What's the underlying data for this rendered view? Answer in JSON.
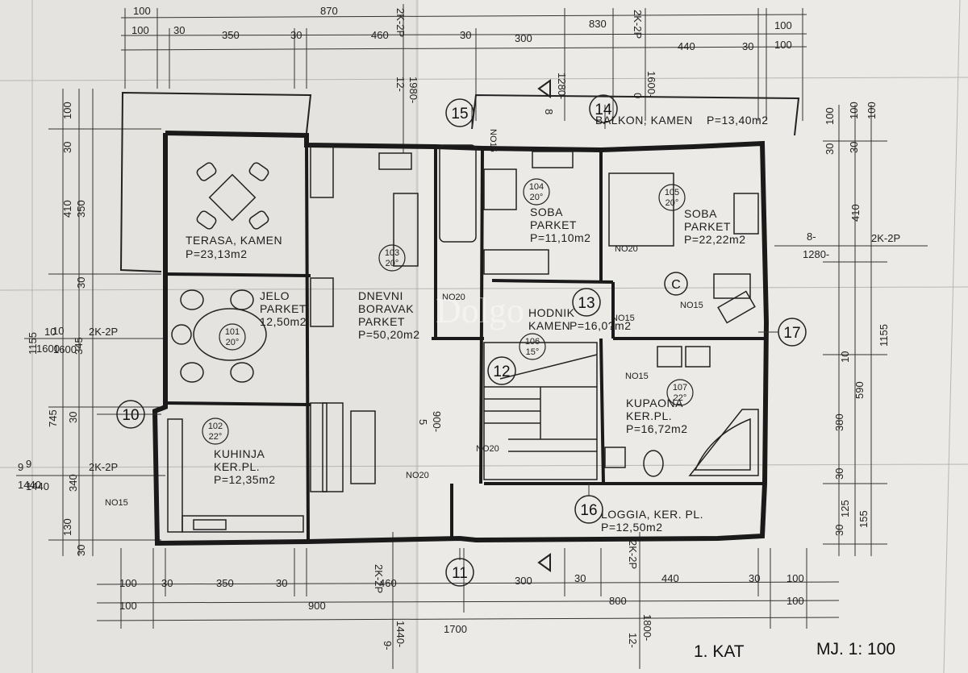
{
  "top_dims": {
    "row1": [
      "100",
      "870",
      "830",
      "100"
    ],
    "row2": [
      "100",
      "30",
      "350",
      "30",
      "460",
      "30",
      "300",
      "440",
      "30",
      "100"
    ],
    "notes": [
      "2K-2P",
      "12-",
      "1980-",
      "8",
      "1280-",
      "2K-2P",
      "0",
      "1600-"
    ]
  },
  "bottom_dims": {
    "row1": [
      "100",
      "30",
      "350",
      "30",
      "460",
      "300",
      "30",
      "440",
      "30",
      "100"
    ],
    "row2": [
      "100",
      "900",
      "800",
      "100"
    ],
    "row3": [
      "1700"
    ],
    "notes": [
      "2K-2P",
      "9-",
      "1440-",
      "2K-2P",
      "12-",
      "1800-"
    ]
  },
  "left_dims": [
    "100",
    "30",
    "410",
    "350",
    "30",
    "1155",
    "10",
    "1600",
    "345",
    "745",
    "30",
    "9",
    "1440",
    "340",
    "130",
    "30"
  ],
  "right_dims": [
    "100",
    "30",
    "410",
    "1155",
    "10",
    "590",
    "380",
    "30",
    "30",
    "125",
    "155",
    "100",
    "100",
    "30"
  ],
  "rooms": [
    {
      "name": "TERASA, KAMEN",
      "area": "P=23,13m2"
    },
    {
      "name": "JELO",
      "floor": "PARKET",
      "area": "12,50m2",
      "code": "101",
      "height": "20°"
    },
    {
      "name": "DNEVNI",
      "floor2": "BORAVAK",
      "floor": "PARKET",
      "area": "P=50,20m2",
      "code": "103",
      "height": "20°"
    },
    {
      "name": "KUHINJA",
      "floor": "KER.PL.",
      "area": "P=12,35m2",
      "code": "102",
      "height": "22°"
    },
    {
      "name": "SOBA",
      "floor": "PARKET",
      "area": "P=11,10m2",
      "code": "104",
      "height": "20°"
    },
    {
      "name": "SOBA",
      "floor": "PARKET",
      "area": "P=22,22m2",
      "code": "105",
      "height": "20°"
    },
    {
      "name": "HODNIK",
      "floor": "KAMEN",
      "area": "P=16,0?m2",
      "code": "106",
      "height": "15°"
    },
    {
      "name": "KUPAONA",
      "floor": "KER.PL.",
      "area": "P=16,72m2",
      "code": "107",
      "height": "22°"
    },
    {
      "name": "LOGGIA, KER. PL.",
      "area": "P=12,50m2"
    },
    {
      "name": "BALKON, KAMEN",
      "area": "P=13,40m2"
    }
  ],
  "bubbles": [
    "15",
    "14",
    "13",
    "12",
    "10",
    "11",
    "16",
    "17",
    "C"
  ],
  "wall_notes": [
    "NO15",
    "NO20",
    "NO20",
    "NO15",
    "NO15",
    "NO15",
    "NO20",
    "NO15",
    "NO20",
    "2K-2P",
    "2K-2P",
    "2K-2P",
    "10",
    "1600",
    "9",
    "1440",
    "8-",
    "1280-",
    "5",
    "900-"
  ],
  "footer": {
    "floor": "1. KAT",
    "scale": "MJ. 1: 100"
  },
  "watermark": "Dolgo"
}
